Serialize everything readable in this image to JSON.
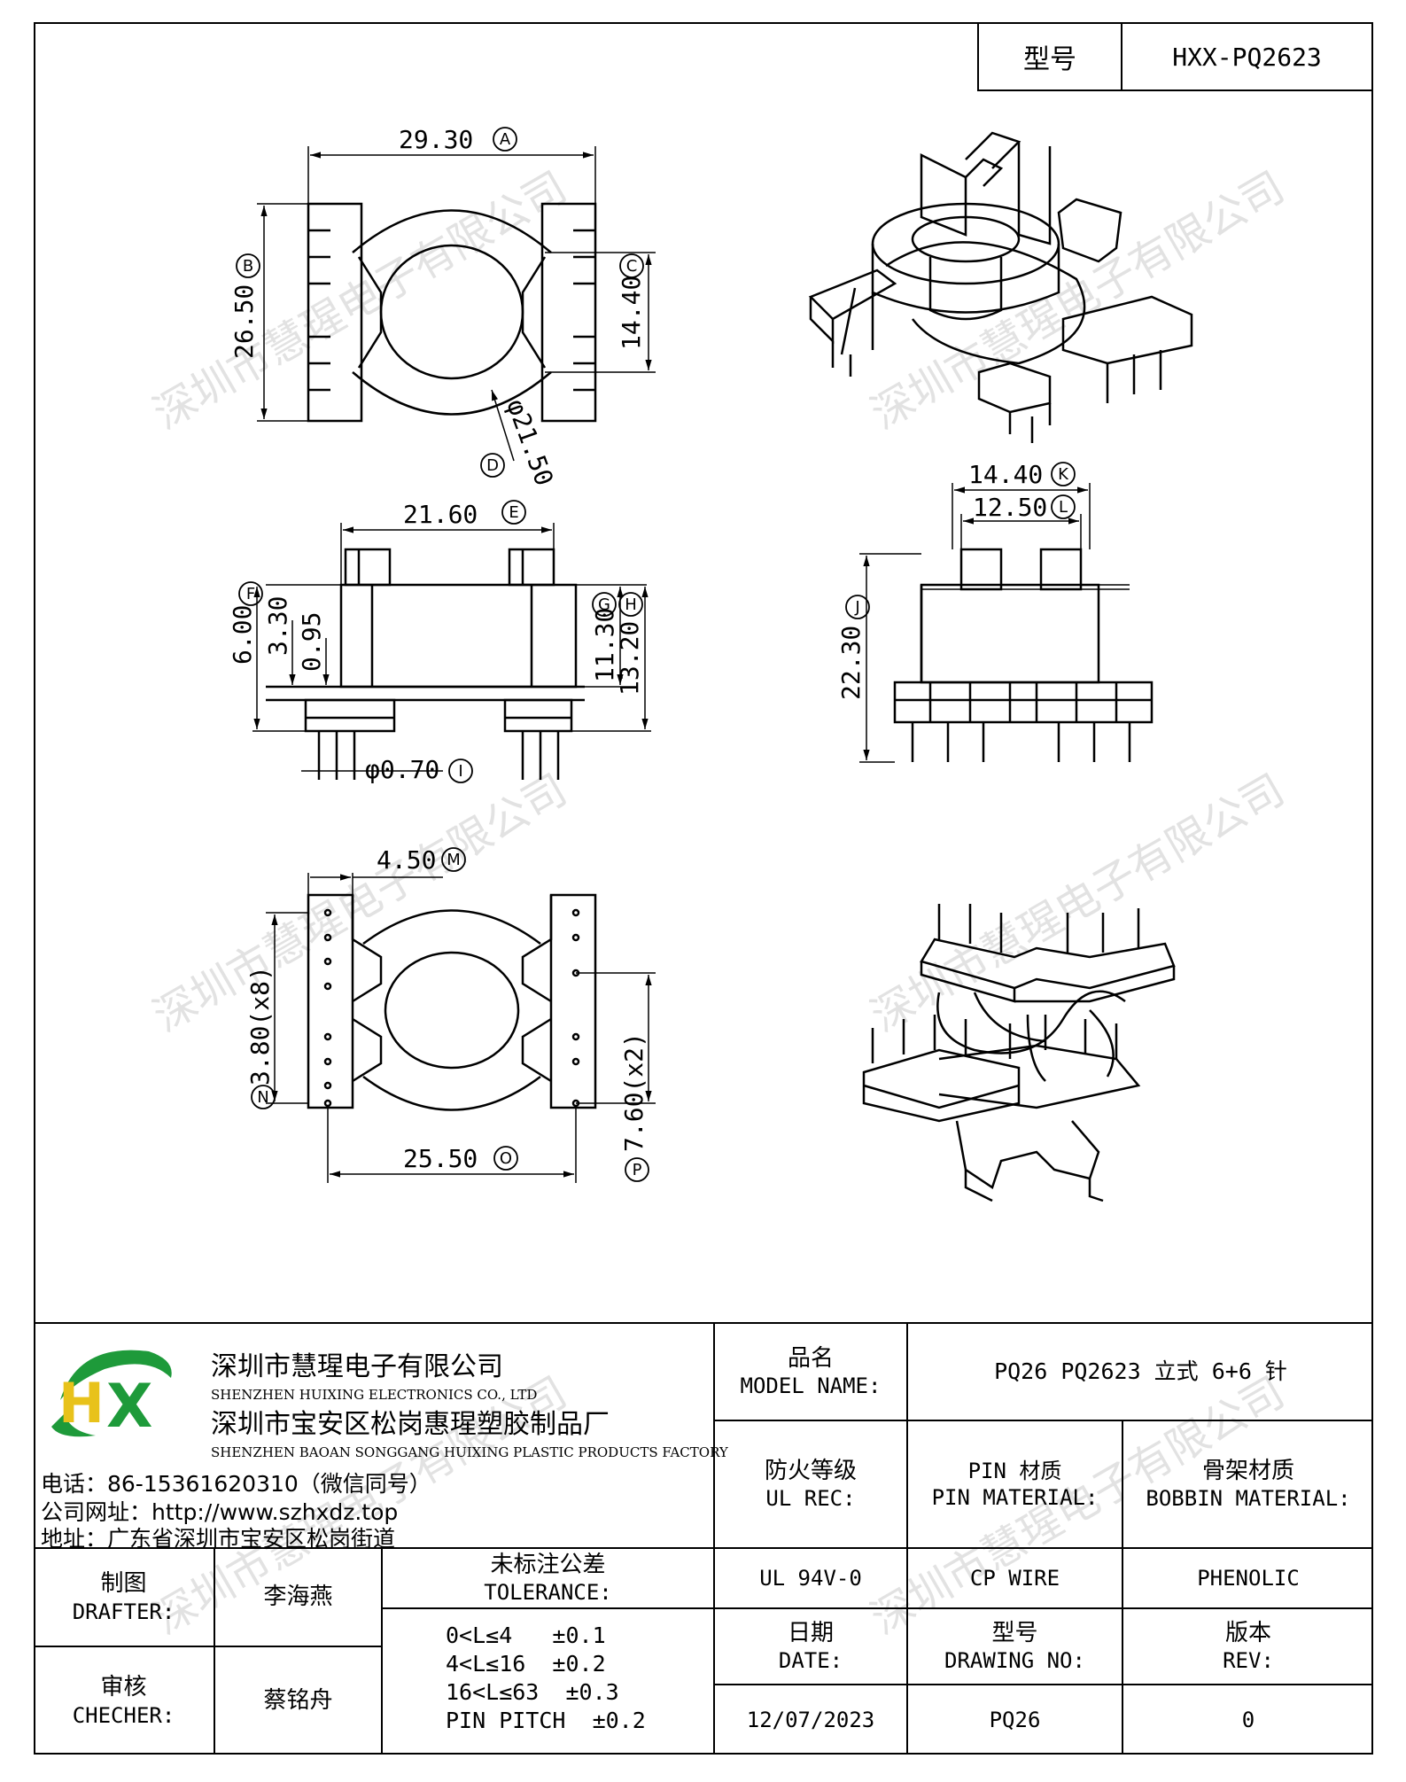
{
  "header": {
    "label": "型号",
    "value": "HXX-PQ2623"
  },
  "dimensions": {
    "A": "29.30",
    "B": "26.50",
    "C": "14.40",
    "D": "φ21.50",
    "E": "21.60",
    "F": "6.00",
    "f2": "3.30",
    "f3": "0.95",
    "G": "11.30",
    "H": "13.20",
    "I": "φ0.70",
    "J": "22.30",
    "K": "14.40",
    "L": "12.50",
    "M": "4.50",
    "N": "3.80(x8)",
    "O": "25.50",
    "P": "7.60(x2)"
  },
  "dimension_letters": [
    "A",
    "B",
    "C",
    "D",
    "E",
    "F",
    "G",
    "H",
    "I",
    "J",
    "K",
    "L",
    "M",
    "N",
    "O",
    "P"
  ],
  "watermark": "深圳市慧瑆电子有限公司",
  "company": {
    "name_cn": "深圳市慧瑆电子有限公司",
    "name_en": "SHENZHEN HUIXING ELECTRONICS CO., LTD",
    "factory_cn": "深圳市宝安区松岗惠瑆塑胶制品厂",
    "factory_en": "SHENZHEN BAOAN SONGGANG HUIXING PLASTIC PRODUCTS FACTORY",
    "phone": "电话：86-15361620310（微信同号）",
    "website": "公司网址：http://www.szhxdz.top",
    "address": "地址：广东省深圳市宝安区松岗街道",
    "logo_text": "HX",
    "logo_green": "#1e9a3a",
    "logo_yellow": "#e8c21a"
  },
  "title_block": {
    "model_name_cn": "品名",
    "model_name_en": "MODEL NAME:",
    "model_name_value": "PQ26 PQ2623 立式 6+6 针",
    "ul_cn": "防火等级",
    "ul_en": "UL REC:",
    "pin_cn": "PIN 材质",
    "pin_en": "PIN MATERIAL:",
    "bobbin_cn": "骨架材质",
    "bobbin_en": "BOBBIN MATERIAL:",
    "ul_value": "UL 94V-0",
    "pin_value": "CP WIRE",
    "bobbin_value": "PHENOLIC",
    "drafter_cn": "制图",
    "drafter_en": "DRAFTER:",
    "drafter_name": "李海燕",
    "checker_cn": "审核",
    "checker_en": "CHECHER:",
    "checker_name": "蔡铭舟",
    "tolerance_cn": "未标注公差",
    "tolerance_en": "TOLERANCE:",
    "tolerances": [
      "0<L≤4   ±0.1",
      "4<L≤16  ±0.2",
      "16<L≤63  ±0.3",
      "PIN PITCH  ±0.2"
    ],
    "date_cn": "日期",
    "date_en": "DATE:",
    "date_value": "12/07/2023",
    "drawing_no_cn": "型号",
    "drawing_no_en": "DRAWING NO:",
    "drawing_no_value": "PQ26",
    "rev_cn": "版本",
    "rev_en": "REV:",
    "rev_value": "0"
  }
}
